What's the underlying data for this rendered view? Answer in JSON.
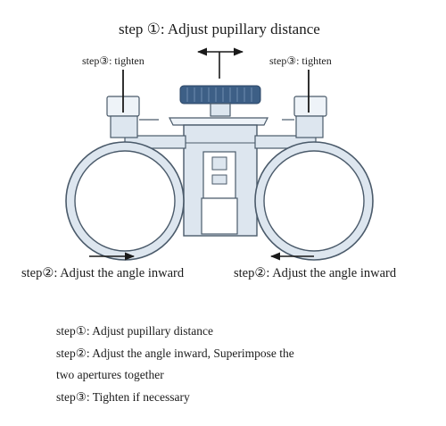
{
  "diagram": {
    "step1_label": "step ①:  Adjust pupillary distance",
    "step3_left": "step③: tighten",
    "step3_right": "step③: tighten",
    "step2_left": "step②:  Adjust the angle inward",
    "step2_right": "step②:  Adjust the angle inward",
    "colors": {
      "outline": "#4a5a6a",
      "body_fill": "#dde6ef",
      "knob_fill": "#3d5f86",
      "arrow": "#1a1a1a"
    }
  },
  "notes": [
    "step①:  Adjust pupillary distance",
    "step②:  Adjust the angle inward,  Superimpose the",
    "two apertures together",
    "step③:  Tighten if necessary"
  ]
}
